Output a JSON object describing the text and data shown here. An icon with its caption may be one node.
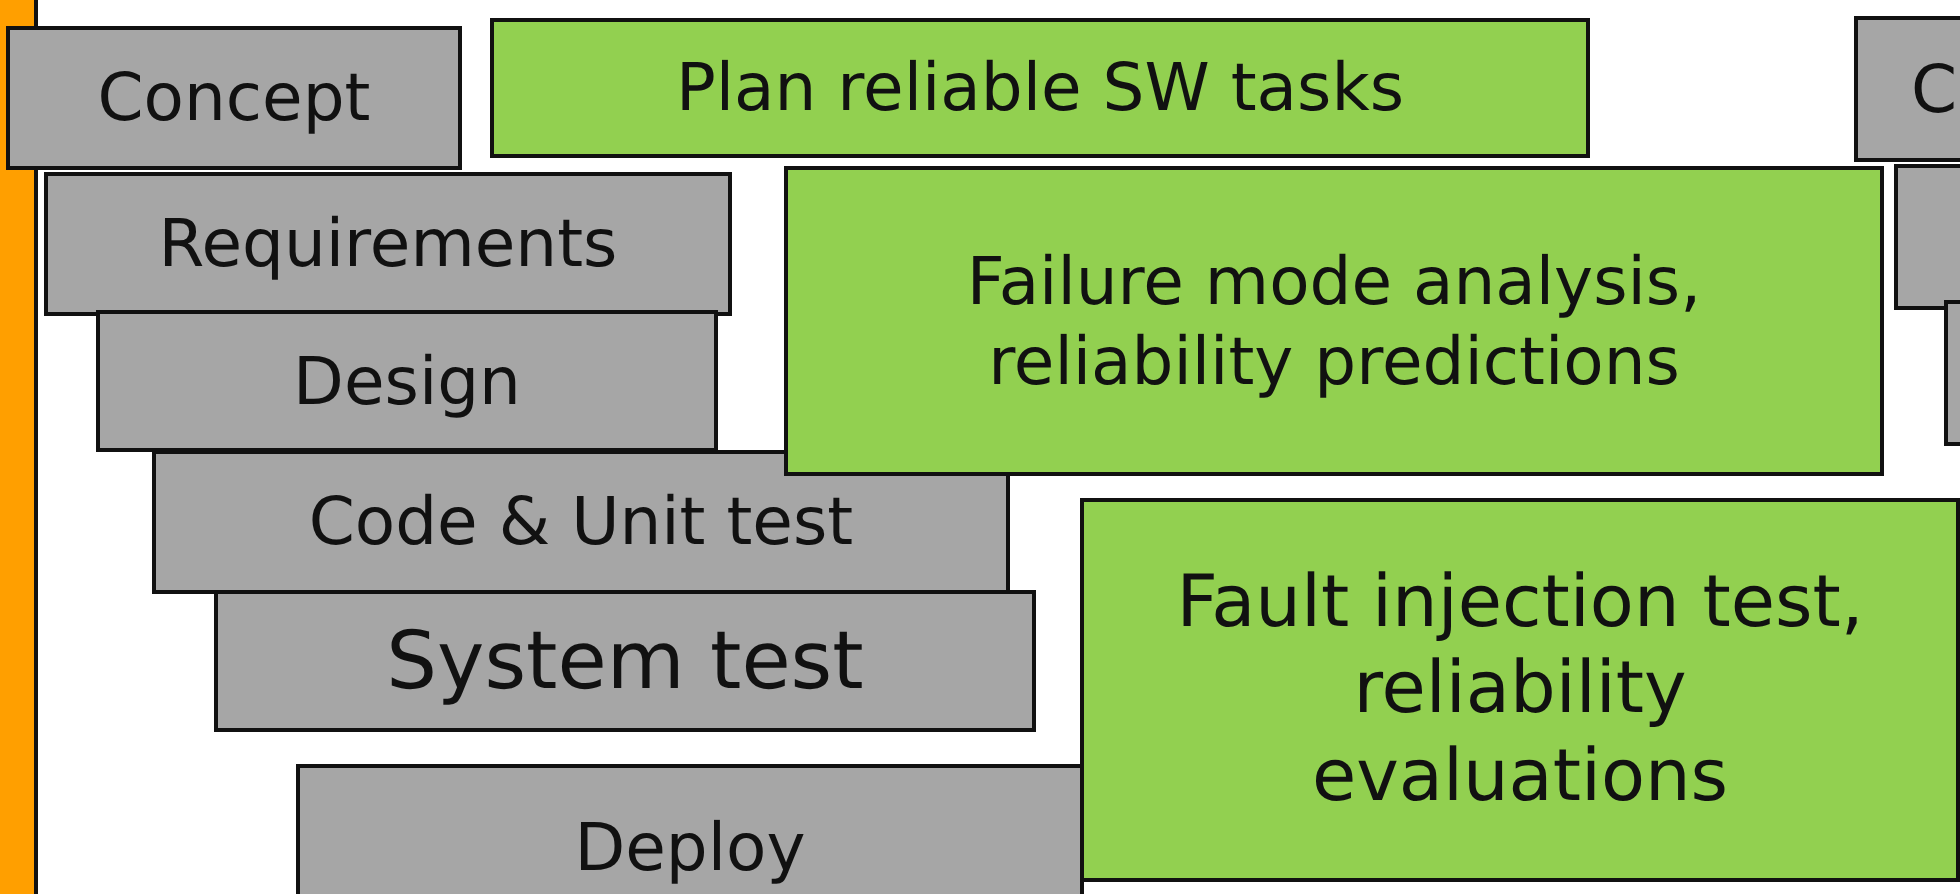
{
  "diagram": {
    "nodes": [
      {
        "text": [
          "Concept"
        ]
      },
      {
        "text": [
          "Plan reliable SW tasks"
        ]
      },
      {
        "text": [
          "C"
        ]
      },
      {
        "text": [
          "Requirements"
        ]
      },
      {
        "text": [
          "Failure mode analysis, reliability predictions"
        ]
      },
      {
        "text": [],
        "shape": "box"
      },
      {
        "text": [
          "Design"
        ]
      },
      {
        "text": [],
        "shape": "box"
      },
      {
        "text": [
          "Code & Unit test"
        ]
      },
      {
        "text": [
          "Fault injection test, reliability evaluations"
        ]
      },
      {
        "text": [
          "System test"
        ]
      },
      {
        "text": [
          "Deploy"
        ]
      }
    ],
    "edges": []
  }
}
